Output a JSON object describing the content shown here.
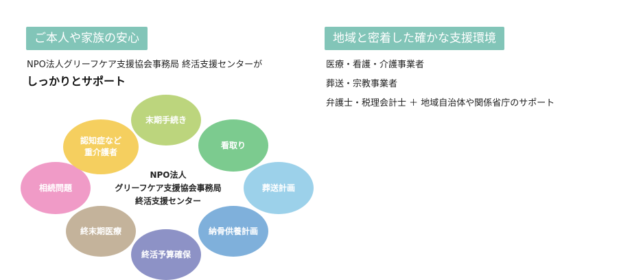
{
  "left": {
    "badge": "ご本人や家族の安心",
    "intro_line": "NPO法人グリーフケア支援協会事務局 終活支援センターが",
    "intro_strong": "しっかりとサポート"
  },
  "right": {
    "badge": "地域と密着した確かな支援環境",
    "items": [
      "医療・看護・介護事業者",
      "葬送・宗教事業者",
      "弁護士・税理会計士 ＋ 地域自治体や関係省庁のサポート"
    ]
  },
  "diagram": {
    "center_lines": [
      "NPO法人",
      "グリーフケア支援協会事務局",
      "終活支援センター"
    ],
    "circles": [
      {
        "label": "末期手続き",
        "color": "#bcd57d"
      },
      {
        "label": "看取り",
        "color": "#7ccb8f"
      },
      {
        "label": "葬送計画",
        "color": "#9cd1ea"
      },
      {
        "label": "納骨供養計画",
        "color": "#7fb0db"
      },
      {
        "label": "終活予算確保",
        "color": "#8d92c6"
      },
      {
        "label": "終末期医療",
        "color": "#c4b39b"
      },
      {
        "label": "相続問題",
        "color": "#f09bc7"
      },
      {
        "label": "認知症など\n重介護者",
        "color": "#f5cf5f"
      }
    ]
  }
}
